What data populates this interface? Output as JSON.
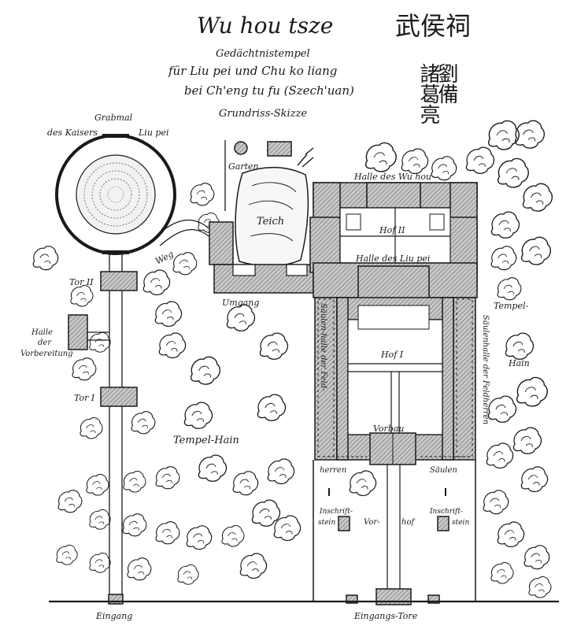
{
  "title": {
    "main": "Wu hou tsze",
    "line1": "Gedächtnistempel",
    "line2": "für Liu pei und Chu ko liang",
    "line3": "bei Ch'eng tu fu (Szech'uan)",
    "line4": "Grundriss-Skizze"
  },
  "chinese": {
    "title": "武侯祠",
    "col_right": "劉備",
    "col_left": "諸葛亮"
  },
  "labels": {
    "grabmal": "Grabmal",
    "des_kaisers": "des Kaisers",
    "liu_pei": "Liu pei",
    "garten": "Garten",
    "teich": "Teich",
    "weg": "Weg",
    "halle_wu_hou": "Halle des Wu hou",
    "hof_2": "Hof II",
    "halle_liu_pei": "Halle des Liu pei",
    "tor_2": "Tor II",
    "umgang": "Umgang",
    "halle_der": "Halle",
    "der": "der",
    "vorbereitung": "Vorbereitung",
    "saulenhalle_left": "Säulen-halle der Feld-",
    "herren": "herren",
    "hof_1": "Hof I",
    "tor_1": "Tor I",
    "tempel_hain_left": "Tempel-Hain",
    "tempel_right": "Tempel-",
    "hain_right": "Hain",
    "saulenhalle_right": "Säulenhalle der Feldherren",
    "saulen": "Säulen",
    "vorbau": "Vorbau",
    "inschrift1": "Inschrift-",
    "stein1": "stein",
    "inschrift2": "Inschrift-",
    "stein2": "stein",
    "vorhof_a": "Vor-",
    "vorhof_b": "hof",
    "eingang": "Eingang",
    "eingangs_tore": "Eingangs-Tore"
  }
}
